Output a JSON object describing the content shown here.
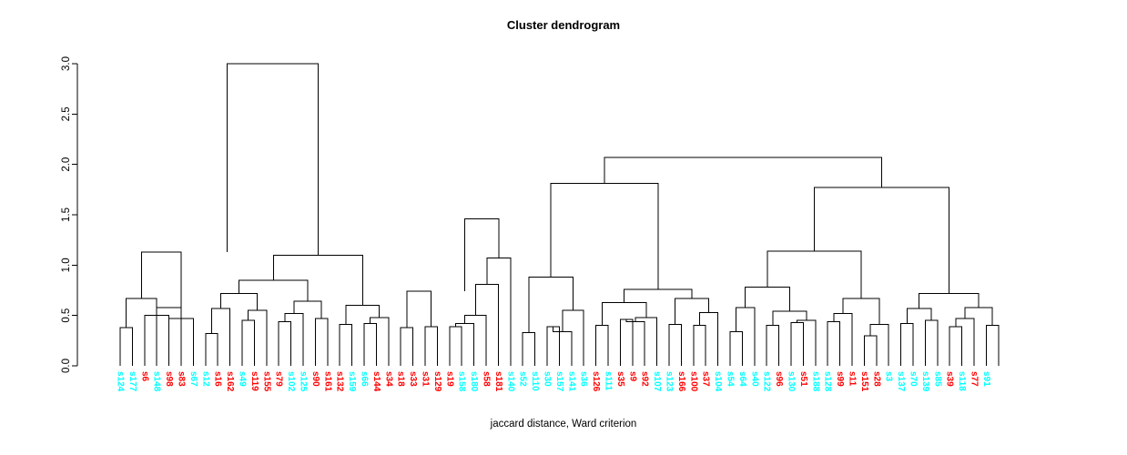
{
  "chart_data": {
    "type": "dendrogram",
    "title": "Cluster dendrogram",
    "xlabel": "jaccard distance, Ward criterion",
    "ylabel": "",
    "ylim": [
      0.0,
      3.0
    ],
    "yticks": [
      "0.0",
      "0.5",
      "1.0",
      "1.5",
      "2.0",
      "2.5",
      "3.0"
    ],
    "ytick_values": [
      0.0,
      0.5,
      1.0,
      1.5,
      2.0,
      2.5,
      3.0
    ],
    "grid": false,
    "legend": "none",
    "colors": {
      "cluster_a": "#00FFFF",
      "cluster_b": "#FF0000",
      "branches": "#000000",
      "background": "#FFFFFF"
    },
    "leaf_count": 72,
    "leaves": [
      {
        "label": "s124",
        "color": "#00FFFF"
      },
      {
        "label": "s177",
        "color": "#00FFFF"
      },
      {
        "label": "s6",
        "color": "#FF0000"
      },
      {
        "label": "s148",
        "color": "#00FFFF"
      },
      {
        "label": "s98",
        "color": "#FF0000"
      },
      {
        "label": "s83",
        "color": "#FF0000"
      },
      {
        "label": "s67",
        "color": "#00FFFF"
      },
      {
        "label": "s12",
        "color": "#00FFFF"
      },
      {
        "label": "s16",
        "color": "#FF0000"
      },
      {
        "label": "s162",
        "color": "#FF0000"
      },
      {
        "label": "s49",
        "color": "#00FFFF"
      },
      {
        "label": "s119",
        "color": "#FF0000"
      },
      {
        "label": "s155",
        "color": "#FF0000"
      },
      {
        "label": "s79",
        "color": "#FF0000"
      },
      {
        "label": "s102",
        "color": "#00FFFF"
      },
      {
        "label": "s125",
        "color": "#00FFFF"
      },
      {
        "label": "s90",
        "color": "#FF0000"
      },
      {
        "label": "s161",
        "color": "#FF0000"
      },
      {
        "label": "s132",
        "color": "#FF0000"
      },
      {
        "label": "s159",
        "color": "#00FFFF"
      },
      {
        "label": "s66",
        "color": "#00FFFF"
      },
      {
        "label": "s144",
        "color": "#FF0000"
      },
      {
        "label": "s34",
        "color": "#FF0000"
      },
      {
        "label": "s18",
        "color": "#FF0000"
      },
      {
        "label": "s33",
        "color": "#FF0000"
      },
      {
        "label": "s31",
        "color": "#FF0000"
      },
      {
        "label": "s129",
        "color": "#FF0000"
      },
      {
        "label": "s19",
        "color": "#FF0000"
      },
      {
        "label": "s158",
        "color": "#00FFFF"
      },
      {
        "label": "s180",
        "color": "#00FFFF"
      },
      {
        "label": "s58",
        "color": "#FF0000"
      },
      {
        "label": "s181",
        "color": "#FF0000"
      },
      {
        "label": "s140",
        "color": "#00FFFF"
      },
      {
        "label": "s52",
        "color": "#00FFFF"
      },
      {
        "label": "s110",
        "color": "#00FFFF"
      },
      {
        "label": "s30",
        "color": "#00FFFF"
      },
      {
        "label": "s157",
        "color": "#00FFFF"
      },
      {
        "label": "s141",
        "color": "#00FFFF"
      },
      {
        "label": "s36",
        "color": "#00FFFF"
      },
      {
        "label": "s126",
        "color": "#FF0000"
      },
      {
        "label": "s111",
        "color": "#00FFFF"
      },
      {
        "label": "s35",
        "color": "#FF0000"
      },
      {
        "label": "s9",
        "color": "#FF0000"
      },
      {
        "label": "s92",
        "color": "#FF0000"
      },
      {
        "label": "s107",
        "color": "#00FFFF"
      },
      {
        "label": "s123",
        "color": "#00FFFF"
      },
      {
        "label": "s166",
        "color": "#FF0000"
      },
      {
        "label": "s100",
        "color": "#FF0000"
      },
      {
        "label": "s37",
        "color": "#FF0000"
      },
      {
        "label": "s104",
        "color": "#00FFFF"
      },
      {
        "label": "s54",
        "color": "#00FFFF"
      },
      {
        "label": "s64",
        "color": "#00FFFF"
      },
      {
        "label": "s40",
        "color": "#00FFFF"
      },
      {
        "label": "s122",
        "color": "#00FFFF"
      },
      {
        "label": "s96",
        "color": "#FF0000"
      },
      {
        "label": "s130",
        "color": "#00FFFF"
      },
      {
        "label": "s51",
        "color": "#FF0000"
      },
      {
        "label": "s188",
        "color": "#00FFFF"
      },
      {
        "label": "s128",
        "color": "#00FFFF"
      },
      {
        "label": "s99",
        "color": "#FF0000"
      },
      {
        "label": "s11",
        "color": "#FF0000"
      },
      {
        "label": "s151",
        "color": "#FF0000"
      },
      {
        "label": "s28",
        "color": "#FF0000"
      },
      {
        "label": "s3",
        "color": "#00FFFF"
      },
      {
        "label": "s137",
        "color": "#00FFFF"
      },
      {
        "label": "s70",
        "color": "#00FFFF"
      },
      {
        "label": "s139",
        "color": "#00FFFF"
      },
      {
        "label": "s85",
        "color": "#00FFFF"
      },
      {
        "label": "s39",
        "color": "#FF0000"
      },
      {
        "label": "s118",
        "color": "#00FFFF"
      },
      {
        "label": "s77",
        "color": "#FF0000"
      },
      {
        "label": "s91",
        "color": "#00FFFF"
      }
    ],
    "merges": [
      {
        "x1": 132.0,
        "x2": 145.4,
        "h": 0.38,
        "h1": 0.0,
        "h2": 0.0
      },
      {
        "x1": 138.7,
        "x2": 172.2,
        "h": 0.67,
        "h1": 0.38,
        "h2": 0.0
      },
      {
        "x1": 158.8,
        "x2": 185.6,
        "h": 0.5,
        "h1": 0.0,
        "h2": 0.0
      },
      {
        "x1": 172.2,
        "x2": 199.0,
        "h": 0.58,
        "h1": 0.5,
        "h2": 0.0
      },
      {
        "x1": 185.6,
        "x2": 212.4,
        "h": 0.47,
        "h1": 0.0,
        "h2": 0.0
      },
      {
        "x1": 199.0,
        "x2": 199.0,
        "h": 0.52,
        "h1": 0.58,
        "h2": 0.47
      },
      {
        "x1": 155.4,
        "x2": 199.0,
        "h": 1.13,
        "h1": 0.67,
        "h2": 0.52
      },
      {
        "x1": 225.8,
        "x2": 239.2,
        "h": 0.32,
        "h1": 0.0,
        "h2": 0.0
      },
      {
        "x1": 232.5,
        "x2": 252.6,
        "h": 0.57,
        "h1": 0.32,
        "h2": 0.0
      },
      {
        "x1": 266.0,
        "x2": 279.4,
        "h": 0.45,
        "h1": 0.0,
        "h2": 0.0
      },
      {
        "x1": 272.7,
        "x2": 292.8,
        "h": 0.55,
        "h1": 0.45,
        "h2": 0.0
      },
      {
        "x1": 242.5,
        "x2": 282.7,
        "h": 0.72,
        "h1": 0.57,
        "h2": 0.55
      },
      {
        "x1": 306.2,
        "x2": 319.6,
        "h": 0.44,
        "h1": 0.0,
        "h2": 0.0
      },
      {
        "x1": 312.9,
        "x2": 333.0,
        "h": 0.52,
        "h1": 0.44,
        "h2": 0.0
      },
      {
        "x1": 346.4,
        "x2": 359.8,
        "h": 0.47,
        "h1": 0.0,
        "h2": 0.0
      },
      {
        "x1": 322.9,
        "x2": 353.1,
        "h": 0.64,
        "h1": 0.52,
        "h2": 0.47
      },
      {
        "x1": 262.6,
        "x2": 338.0,
        "h": 0.85,
        "h1": 0.72,
        "h2": 0.64
      },
      {
        "x1": 373.2,
        "x2": 386.6,
        "h": 0.41,
        "h1": 0.0,
        "h2": 0.0
      },
      {
        "x1": 400.0,
        "x2": 413.4,
        "h": 0.42,
        "h1": 0.0,
        "h2": 0.0
      },
      {
        "x1": 406.7,
        "x2": 426.8,
        "h": 0.48,
        "h1": 0.42,
        "h2": 0.0
      },
      {
        "x1": 379.9,
        "x2": 416.7,
        "h": 0.6,
        "h1": 0.41,
        "h2": 0.48
      },
      {
        "x1": 300.3,
        "x2": 398.3,
        "h": 1.1,
        "h1": 0.85,
        "h2": 0.6
      },
      {
        "x1": 249.3,
        "x2": 349.3,
        "h": 3.0,
        "h1": 1.13,
        "h2": 1.1
      },
      {
        "x1": 440.2,
        "x2": 453.6,
        "h": 0.38,
        "h1": 0.0,
        "h2": 0.0
      },
      {
        "x1": 467.0,
        "x2": 480.4,
        "h": 0.39,
        "h1": 0.0,
        "h2": 0.0
      },
      {
        "x1": 446.9,
        "x2": 473.7,
        "h": 0.74,
        "h1": 0.38,
        "h2": 0.39
      },
      {
        "x1": 493.8,
        "x2": 507.2,
        "h": 0.39,
        "h1": 0.0,
        "h2": 0.0
      },
      {
        "x1": 500.5,
        "x2": 520.6,
        "h": 0.42,
        "h1": 0.39,
        "h2": 0.0
      },
      {
        "x1": 510.6,
        "x2": 534.0,
        "h": 0.5,
        "h1": 0.42,
        "h2": 0.0
      },
      {
        "x1": 522.3,
        "x2": 547.4,
        "h": 0.81,
        "h1": 0.5,
        "h2": 0.0
      },
      {
        "x1": 534.8,
        "x2": 560.8,
        "h": 1.07,
        "h1": 0.81,
        "h2": 0.0
      },
      {
        "x1": 510.3,
        "x2": 547.8,
        "h": 1.46,
        "h1": 0.74,
        "h2": 1.07
      },
      {
        "x1": 574.2,
        "x2": 587.6,
        "h": 0.33,
        "h1": 0.0,
        "h2": 0.0
      },
      {
        "x1": 601.0,
        "x2": 614.4,
        "h": 0.39,
        "h1": 0.0,
        "h2": 0.0
      },
      {
        "x1": 607.7,
        "x2": 627.8,
        "h": 0.34,
        "h1": 0.39,
        "h2": 0.0
      },
      {
        "x1": 617.8,
        "x2": 641.2,
        "h": 0.55,
        "h1": 0.34,
        "h2": 0.0
      },
      {
        "x1": 580.9,
        "x2": 629.5,
        "h": 0.88,
        "h1": 0.33,
        "h2": 0.55
      },
      {
        "x1": 654.6,
        "x2": 668.0,
        "h": 0.4,
        "h1": 0.0,
        "h2": 0.0
      },
      {
        "x1": 681.4,
        "x2": 694.8,
        "h": 0.46,
        "h1": 0.0,
        "h2": 0.0
      },
      {
        "x1": 688.1,
        "x2": 708.2,
        "h": 0.44,
        "h1": 0.46,
        "h2": 0.0
      },
      {
        "x1": 698.2,
        "x2": 721.6,
        "h": 0.48,
        "h1": 0.44,
        "h2": 0.0
      },
      {
        "x1": 661.3,
        "x2": 709.9,
        "h": 0.63,
        "h1": 0.4,
        "h2": 0.48
      },
      {
        "x1": 735.0,
        "x2": 748.4,
        "h": 0.41,
        "h1": 0.0,
        "h2": 0.0
      },
      {
        "x1": 761.8,
        "x2": 775.2,
        "h": 0.4,
        "h1": 0.0,
        "h2": 0.0
      },
      {
        "x1": 768.5,
        "x2": 788.6,
        "h": 0.53,
        "h1": 0.4,
        "h2": 0.0
      },
      {
        "x1": 741.7,
        "x2": 778.6,
        "h": 0.67,
        "h1": 0.41,
        "h2": 0.53
      },
      {
        "x1": 685.6,
        "x2": 760.1,
        "h": 0.76,
        "h1": 0.63,
        "h2": 0.67
      },
      {
        "x1": 605.2,
        "x2": 722.9,
        "h": 1.81,
        "h1": 0.88,
        "h2": 0.76
      },
      {
        "x1": 802.0,
        "x2": 815.4,
        "h": 0.34,
        "h1": 0.0,
        "h2": 0.0
      },
      {
        "x1": 808.7,
        "x2": 828.8,
        "h": 0.58,
        "h1": 0.34,
        "h2": 0.0
      },
      {
        "x1": 842.2,
        "x2": 855.6,
        "h": 0.4,
        "h1": 0.0,
        "h2": 0.0
      },
      {
        "x1": 869.0,
        "x2": 882.4,
        "h": 0.43,
        "h1": 0.0,
        "h2": 0.0
      },
      {
        "x1": 875.7,
        "x2": 895.8,
        "h": 0.45,
        "h1": 0.43,
        "h2": 0.0
      },
      {
        "x1": 848.9,
        "x2": 885.8,
        "h": 0.54,
        "h1": 0.4,
        "h2": 0.45
      },
      {
        "x1": 818.7,
        "x2": 867.3,
        "h": 0.78,
        "h1": 0.58,
        "h2": 0.54
      },
      {
        "x1": 909.2,
        "x2": 922.6,
        "h": 0.44,
        "h1": 0.0,
        "h2": 0.0
      },
      {
        "x1": 915.9,
        "x2": 936.0,
        "h": 0.52,
        "h1": 0.44,
        "h2": 0.0
      },
      {
        "x1": 949.4,
        "x2": 962.8,
        "h": 0.3,
        "h1": 0.0,
        "h2": 0.0
      },
      {
        "x1": 956.1,
        "x2": 976.2,
        "h": 0.41,
        "h1": 0.3,
        "h2": 0.0
      },
      {
        "x1": 926.0,
        "x2": 966.2,
        "h": 0.67,
        "h1": 0.52,
        "h2": 0.41
      },
      {
        "x1": 843.0,
        "x2": 946.1,
        "h": 1.14,
        "h1": 0.78,
        "h2": 0.67
      },
      {
        "x1": 989.6,
        "x2": 1003.0,
        "h": 0.42,
        "h1": 0.0,
        "h2": 0.0
      },
      {
        "x1": 1016.4,
        "x2": 1029.8,
        "h": 0.45,
        "h1": 0.0,
        "h2": 0.0
      },
      {
        "x1": 996.3,
        "x2": 1023.1,
        "h": 0.57,
        "h1": 0.42,
        "h2": 0.45
      },
      {
        "x1": 1043.2,
        "x2": 1056.6,
        "h": 0.39,
        "h1": 0.0,
        "h2": 0.0
      },
      {
        "x1": 1049.9,
        "x2": 1070.0,
        "h": 0.47,
        "h1": 0.39,
        "h2": 0.0
      },
      {
        "x1": 1083.4,
        "x2": 1096.8,
        "h": 0.4,
        "h1": 0.0,
        "h2": 0.0
      },
      {
        "x1": 1060.0,
        "x2": 1090.1,
        "h": 0.58,
        "h1": 0.47,
        "h2": 0.4
      },
      {
        "x1": 1009.7,
        "x2": 1075.0,
        "h": 0.72,
        "h1": 0.57,
        "h2": 0.58
      },
      {
        "x1": 894.5,
        "x2": 1042.4,
        "h": 1.77,
        "h1": 1.14,
        "h2": 0.72
      },
      {
        "x1": 664.1,
        "x2": 968.5,
        "h": 2.07,
        "h1": 1.81,
        "h2": 1.77
      }
    ]
  },
  "axis": {
    "y_axis_x": 85,
    "plot_top_y": 70,
    "plot_bottom_y": 402
  }
}
